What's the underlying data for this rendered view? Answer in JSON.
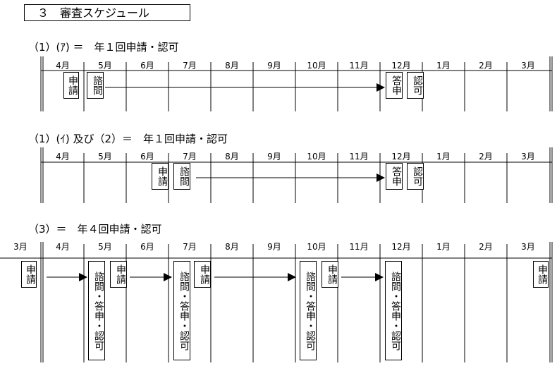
{
  "title": "３　審査スケジュール",
  "months": [
    "4月",
    "5月",
    "6月",
    "7月",
    "8月",
    "9月",
    "10月",
    "11月",
    "12月",
    "1月",
    "2月",
    "3月"
  ],
  "months3": [
    "3月",
    "4月",
    "5月",
    "6月",
    "7月",
    "8月",
    "9月",
    "10月",
    "11月",
    "12月",
    "1月",
    "2月",
    "3月"
  ],
  "section1": {
    "title": "（1）(ｱ) ＝　年１回申請・認可",
    "shinsei": "申請",
    "shimon": "諮問",
    "toushin": "答申",
    "ninka": "認可"
  },
  "section2": {
    "title": "（1）(ｲ) 及び（2）＝　年１回申請・認可",
    "shinsei": "申請",
    "shimon": "諮問",
    "toushin": "答申",
    "ninka": "認可"
  },
  "section3": {
    "title": "（3）＝　年４回申請・認可",
    "shinsei": "申請",
    "combined": "諮問・答申・認可"
  }
}
